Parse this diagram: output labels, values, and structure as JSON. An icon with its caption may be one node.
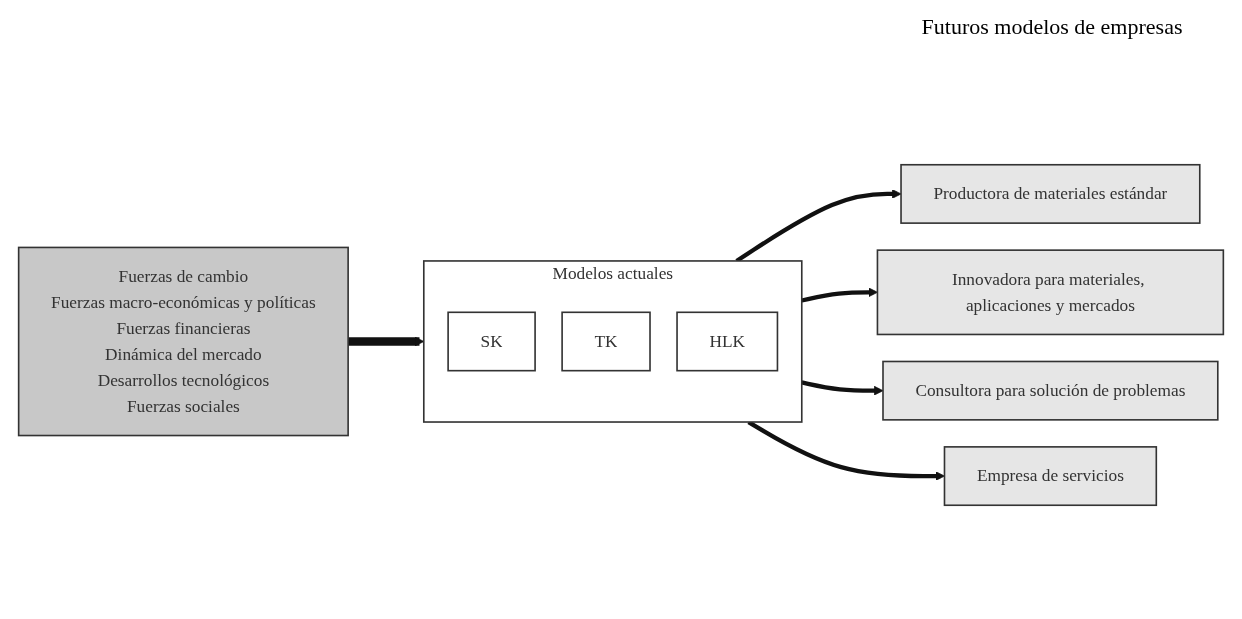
{
  "diagram": {
    "nodes": [
      {
        "text": [
          "Fuerzas de cambio",
          "Fuerzas macro-económicas y políticas",
          "Fuerzas financieras",
          "Dinámica del mercado",
          "Desarrollos tecnológicos",
          "Fuerzas sociales"
        ]
      },
      {
        "text": [
          "Modelos actuales"
        ]
      },
      {
        "text": [
          "SK"
        ],
        "in": 1
      },
      {
        "text": [
          "TK"
        ],
        "in": 1
      },
      {
        "text": [
          "HLK"
        ],
        "in": 1
      },
      {
        "text": [
          "Productora de materiales estándar"
        ]
      },
      {
        "text": [
          "Innovadora para materiales, aplicaciones y mercados"
        ]
      },
      {
        "text": [
          "Consultora para solución de problemas"
        ]
      },
      {
        "text": [
          "Empresa de servicios"
        ]
      }
    ],
    "edges": [
      {
        "from": 0,
        "to": 1,
        "arrow": "to",
        "style": "thick"
      },
      {
        "from": 1,
        "to": 5,
        "arrow": "to"
      },
      {
        "from": 1,
        "to": 6,
        "arrow": "to"
      },
      {
        "from": 1,
        "to": 7,
        "arrow": "to"
      },
      {
        "from": 1,
        "to": 8,
        "arrow": "to"
      }
    ],
    "labels": [
      "Futuros modelos de empresas"
    ]
  }
}
